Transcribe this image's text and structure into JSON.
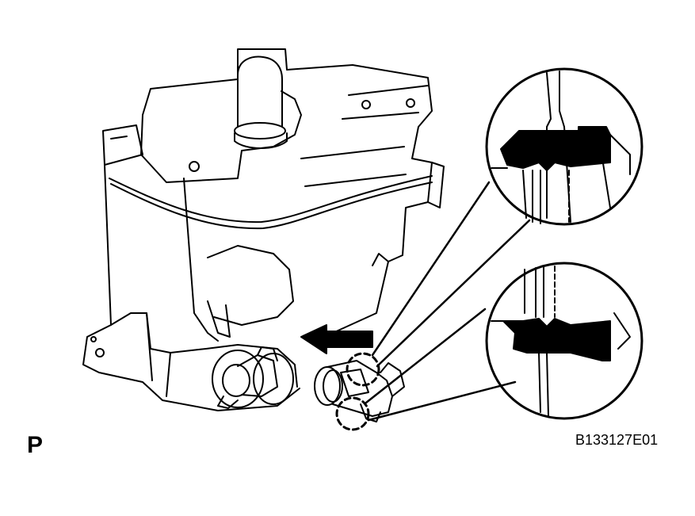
{
  "page_label": "P",
  "figure_code": "B133127E01",
  "colors": {
    "line": "#000000",
    "background": "#ffffff"
  },
  "components": {
    "tank": "washer-tank",
    "filler": "filler-pipe",
    "pump_installed": "washer-pump-installed",
    "pump_removed": "washer-pump-removed",
    "direction": "insertion-arrow",
    "detail_top": "detail-circle-top",
    "detail_bottom": "detail-circle-bottom"
  }
}
